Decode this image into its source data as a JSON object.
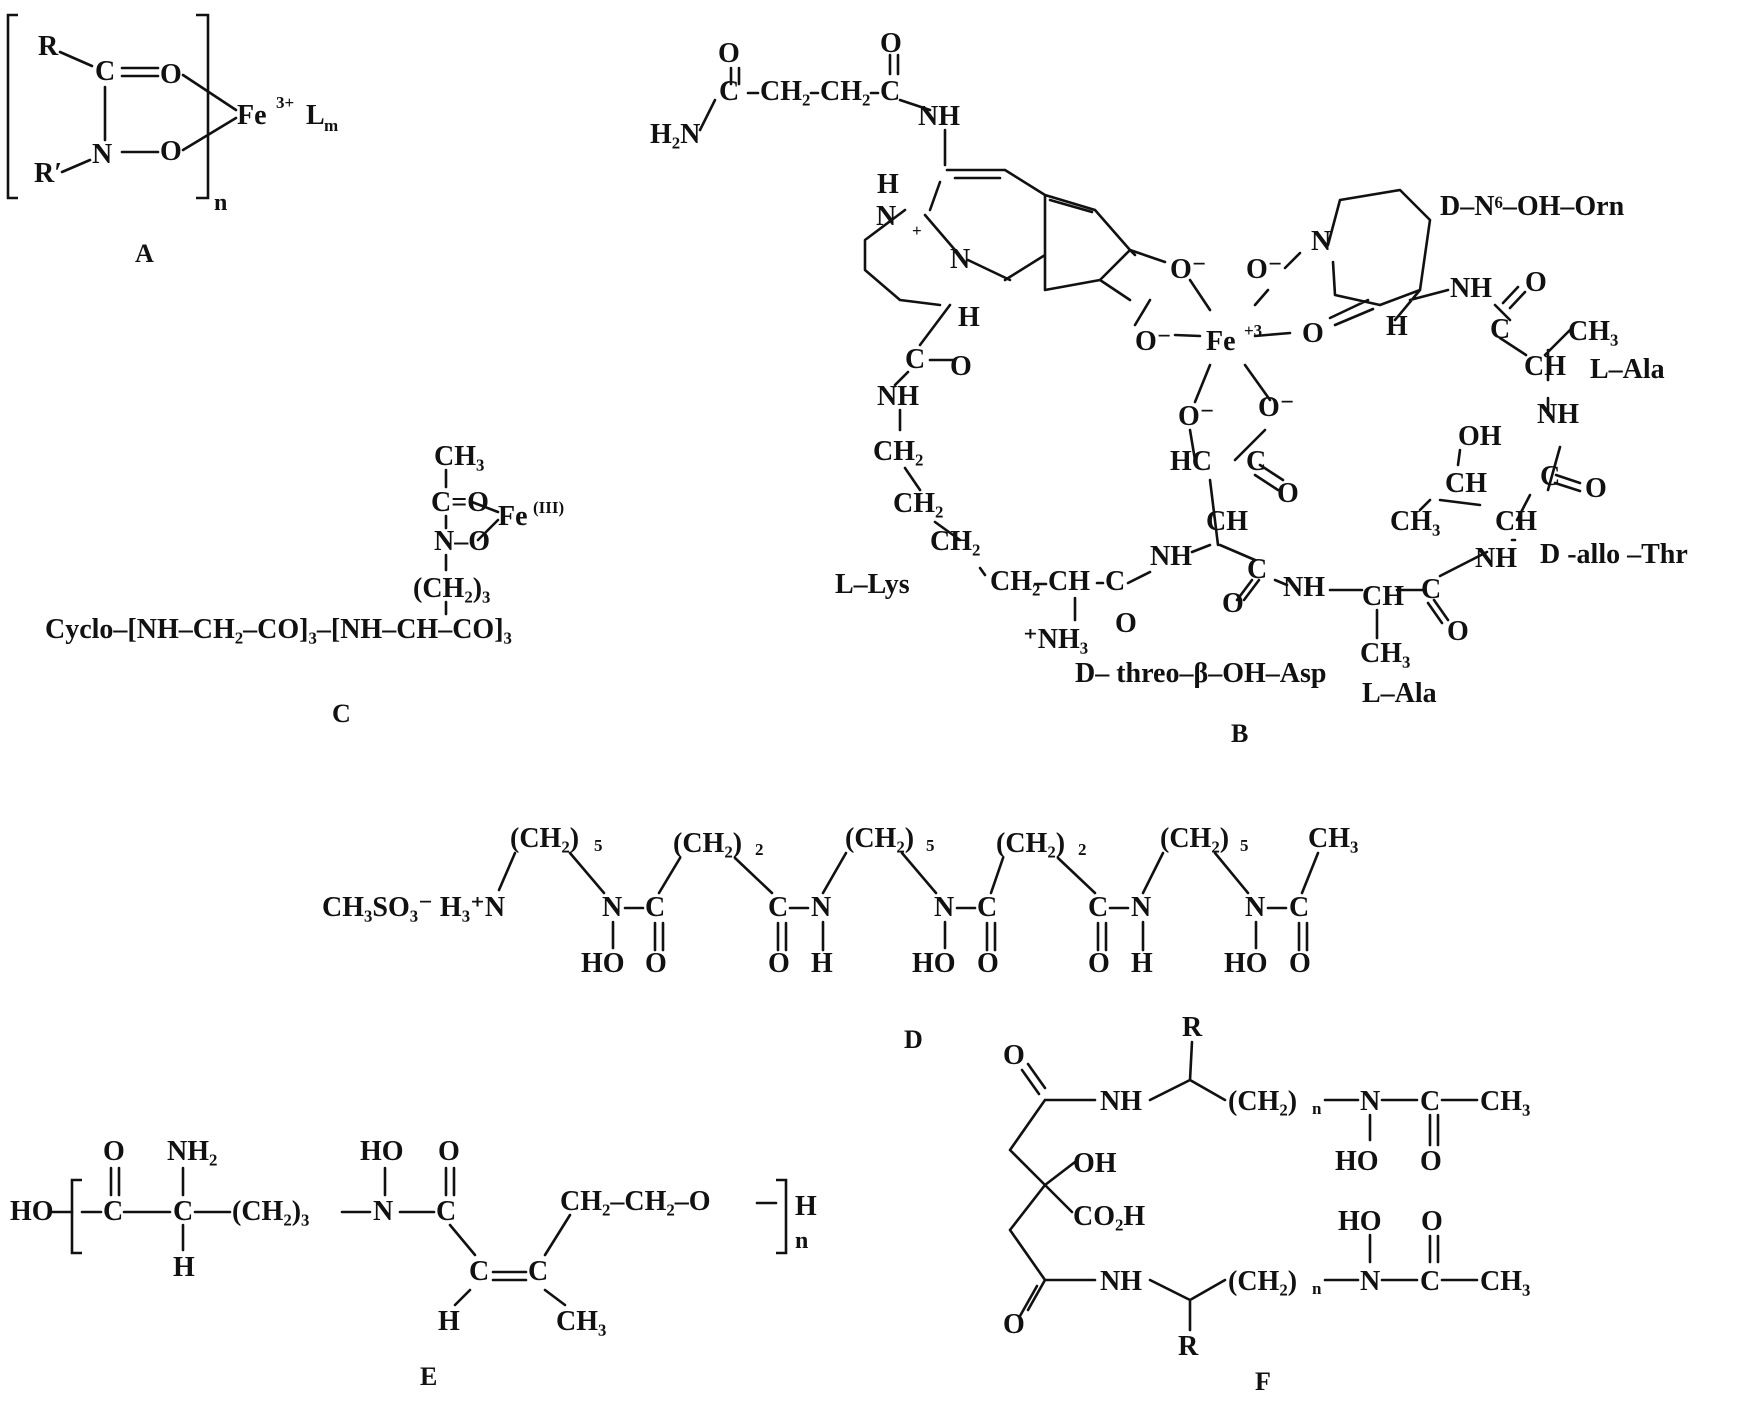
{
  "panel_labels": {
    "a": "A",
    "b": "B",
    "c": "C",
    "d": "D",
    "e": "E",
    "f": "F"
  },
  "struct_a": {
    "r": "R",
    "r_prime": "R′",
    "c": "C",
    "n": "N",
    "o": "O",
    "fe": "Fe",
    "fe_charge": "3+",
    "ligand": "L",
    "ligand_sub": "m",
    "repeat": "n"
  },
  "struct_b": {
    "h2n": "H₂N",
    "ch2": "CH₂",
    "nh": "NH",
    "n": "N",
    "h": "H",
    "plus": "+",
    "o_minus": "O⁻",
    "fe": "Fe",
    "fe_charge": "+3",
    "o": "O",
    "ch3": "CH₃",
    "ch": "CH",
    "hc": "HC",
    "oh": "OH",
    "nh3": "⁺NH₃",
    "c": "C",
    "res_orn": "D–N⁶–OH–Orn",
    "res_ala1": "L–Ala",
    "res_thr": "D -allo –Thr",
    "res_lys": "L–Lys",
    "res_asp": "D– threo–β–OH–Asp",
    "res_ala2": "L–Ala"
  },
  "struct_c": {
    "ch3": "CH₃",
    "c_eq_o": "C=O",
    "n_o": "N–O",
    "fe": "Fe",
    "fe_ox": "(III)",
    "ch2_3": "(CH₂)₃",
    "backbone": "Cyclo–[NH–CH₂–CO]₃–[NH–CH–CO]₃"
  },
  "struct_d": {
    "salt": "CH₃SO₃⁻ H₃⁺N",
    "ch2_5": "(CH₂)",
    "ch2_2": "(CH₂)",
    "sub5": "5",
    "sub2": "2",
    "n": "N",
    "c": "C",
    "o": "O",
    "ho": "HO",
    "h": "H",
    "ch3": "CH₃"
  },
  "struct_e": {
    "ho": "HO",
    "o": "O",
    "nh2": "NH₂",
    "c": "C",
    "h": "H",
    "ch2_3": "(CH₂)₃",
    "n": "N",
    "ho_top": "HO",
    "ch2ch2o": "CH₂–CH₂–O",
    "ch3": "CH₃",
    "repeat": "n"
  },
  "struct_f": {
    "o": "O",
    "nh": "NH",
    "r": "R",
    "ch2n": "(CH₂)",
    "sub_n": "n",
    "n": "N",
    "c": "C",
    "ch3": "CH₃",
    "ho": "HO",
    "oh": "OH",
    "co2h": "CO₂H"
  }
}
